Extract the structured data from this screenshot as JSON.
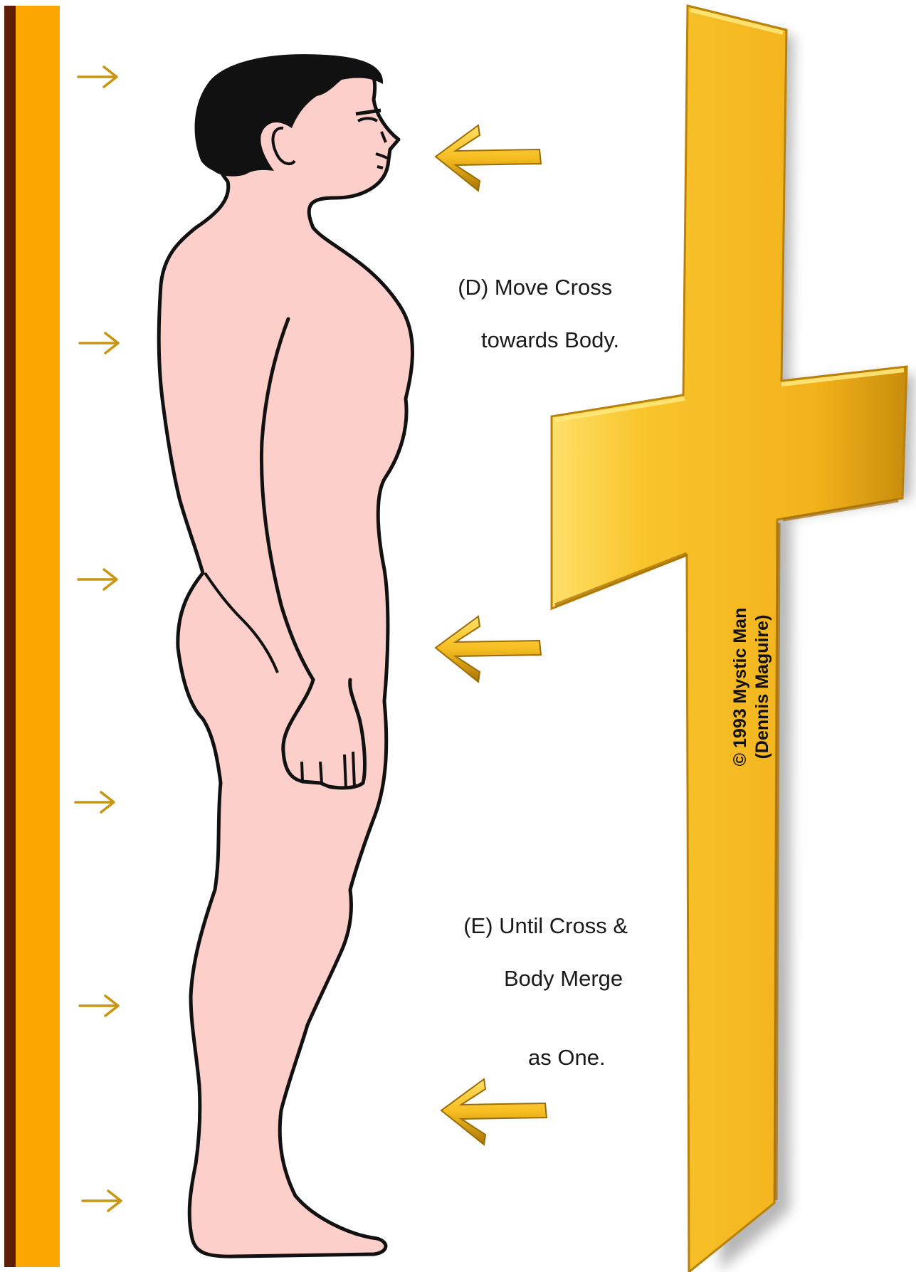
{
  "captions": {
    "d_line1": "(D) Move Cross",
    "d_line2": "towards Body.",
    "e_line1": "(E) Until Cross &",
    "e_line2": "Body Merge",
    "e_line3": "as One."
  },
  "copyright": {
    "line1": "© 1993 Mystic Man",
    "line2": "(Dennis Maguire)"
  },
  "colors": {
    "gold": "#f6b720",
    "gold_light": "#ffd84a",
    "gold_dark": "#b57d08",
    "wall_orange": "#fca700",
    "wall_brown": "#5e1d05",
    "skin": "#fdcfca",
    "outline": "#111111",
    "hair": "#111111"
  },
  "icons": {
    "small_arrow": "right-arrow-icon",
    "big_arrow": "left-arrow-icon",
    "cross": "cross-icon"
  }
}
